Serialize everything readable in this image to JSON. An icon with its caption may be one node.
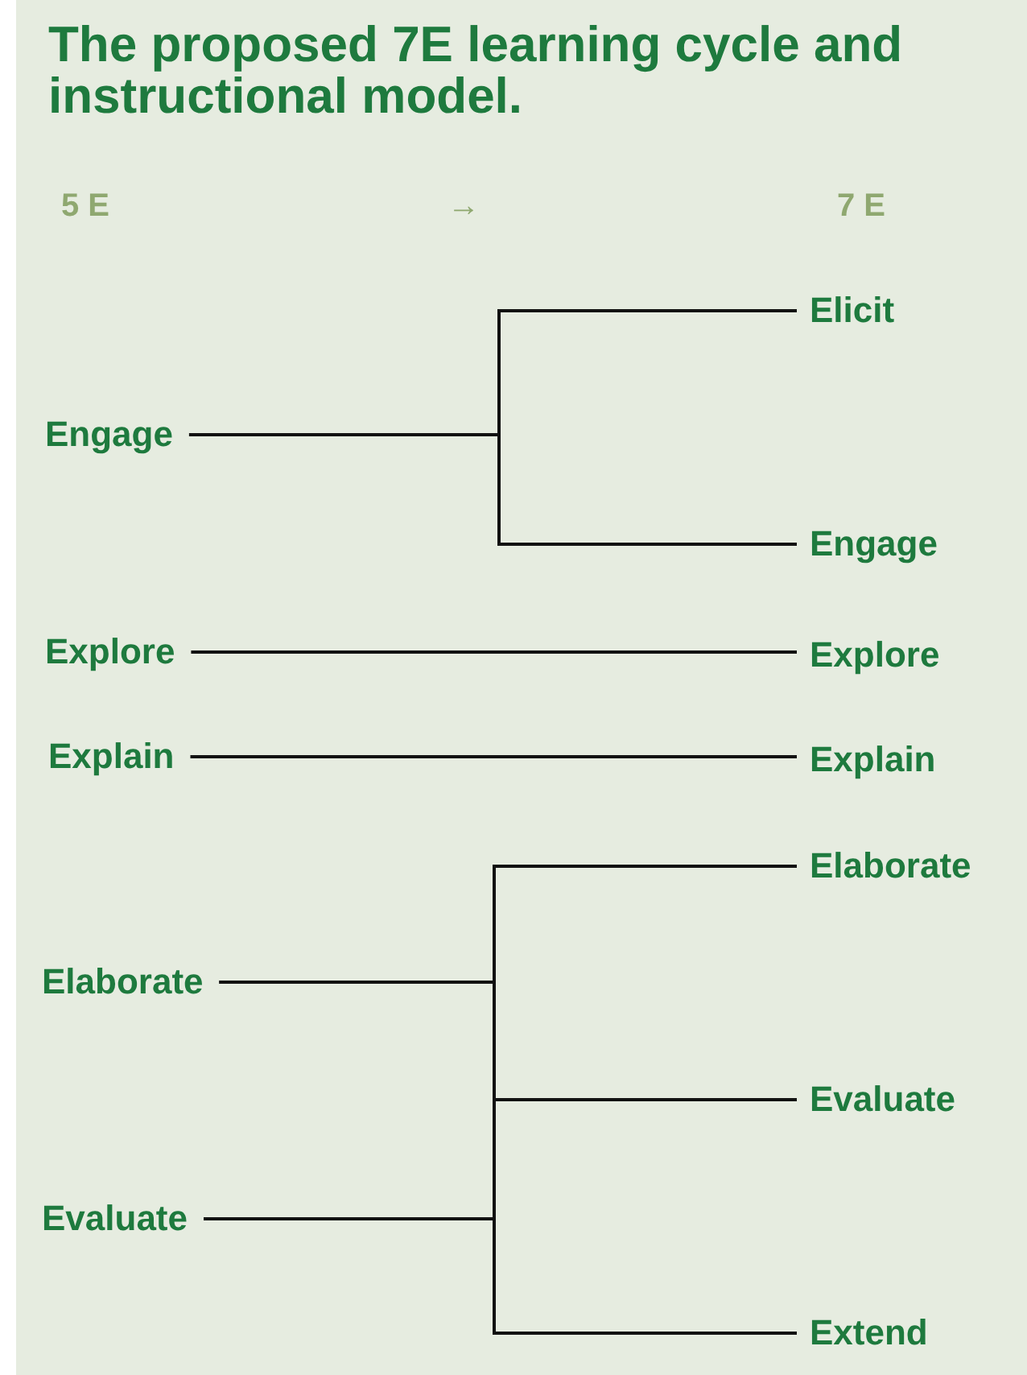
{
  "diagram": {
    "title": "The proposed 7E learning cycle and instructional model.",
    "nodes": [
      {
        "text": [
          "Elicit"
        ]
      },
      {
        "text": [
          "Engage"
        ]
      },
      {
        "text": [
          "Engage"
        ]
      },
      {
        "text": [
          "Explore"
        ]
      },
      {
        "text": [
          "Explore"
        ]
      },
      {
        "text": [
          "Explain"
        ]
      },
      {
        "text": [
          "Explain"
        ]
      },
      {
        "text": [
          "Elaborate"
        ]
      },
      {
        "text": [
          "Elaborate"
        ]
      },
      {
        "text": [
          "Evaluate"
        ]
      },
      {
        "text": [
          "Evaluate"
        ]
      },
      {
        "text": [
          "Extend"
        ]
      }
    ],
    "edges": [
      {
        "from": 1,
        "to": 0,
        "arrow": "none"
      },
      {
        "from": 1,
        "to": 2,
        "arrow": "none"
      },
      {
        "from": 3,
        "to": 4,
        "arrow": "none"
      },
      {
        "from": 5,
        "to": 6,
        "arrow": "none"
      },
      {
        "from": 8,
        "to": 7,
        "arrow": "none"
      },
      {
        "from": 8,
        "to": 9,
        "arrow": "none"
      },
      {
        "from": 8,
        "to": 11,
        "arrow": "none"
      },
      {
        "from": 10,
        "to": 7,
        "arrow": "none"
      },
      {
        "from": 10,
        "to": 9,
        "arrow": "none"
      },
      {
        "from": 10,
        "to": 11,
        "arrow": "none"
      }
    ],
    "labels": [
      "5 E",
      "→",
      "7 E"
    ]
  }
}
